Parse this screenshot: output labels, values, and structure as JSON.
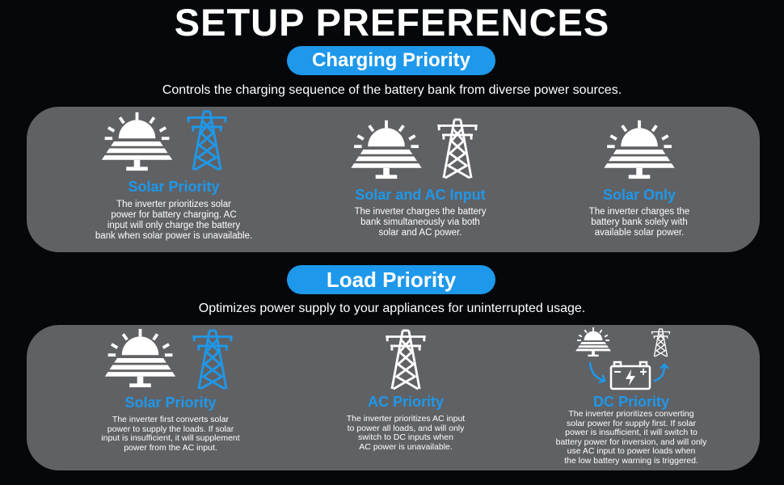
{
  "header": {
    "title": "SETUP PREFERENCES"
  },
  "charging": {
    "label": "Charging Priority",
    "subtitle": "Controls the charging sequence of the battery bank from diverse power sources.",
    "options": [
      {
        "title": "Solar Priority",
        "desc": [
          "The inverter prioritizes solar",
          "power for battery charging. AC",
          "input will only charge the battery",
          "bank when solar power is unavailable."
        ]
      },
      {
        "title": "Solar and AC Input",
        "desc": [
          "The inverter charges the battery",
          "bank simultaneously via both",
          "solar and AC power."
        ]
      },
      {
        "title": "Solar Only",
        "desc": [
          "The inverter charges the",
          "battery bank solely with",
          "available solar power."
        ]
      }
    ]
  },
  "load": {
    "label": "Load Priority",
    "subtitle": "Optimizes power supply to your appliances for uninterrupted usage.",
    "options": [
      {
        "title": "Solar Priority",
        "desc": [
          "The inverter first converts solar",
          "power to supply the loads. If solar",
          "input is insufficient, it will supplement",
          "power from the AC input."
        ]
      },
      {
        "title": "AC Priority",
        "desc": [
          "The inverter prioritizes AC input",
          "to power all loads, and will only",
          "switch to DC inputs when",
          "AC power is unavailable."
        ]
      },
      {
        "title": "DC Priority",
        "desc": [
          "The inverter prioritizes converting",
          "solar power for supply first. If solar",
          "power is insufficient, it will switch to",
          "battery power for inversion, and will only",
          "use AC input to power loads when",
          "the low battery warning is triggered."
        ]
      }
    ]
  },
  "colors": {
    "accent": "#1e98ea",
    "panel": "#606164",
    "background": "#05070a"
  }
}
